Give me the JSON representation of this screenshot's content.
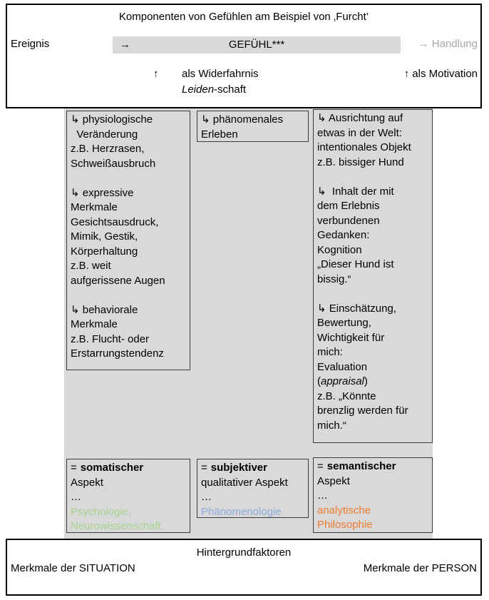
{
  "colors": {
    "background_gray": "#d9d9d9",
    "muted_gray_text": "#a6a6a6",
    "psychology_green": "#a9d18e",
    "phenomenology_blue": "#8faadc",
    "philosophy_orange": "#ed7d31"
  },
  "header": {
    "title": "Komponenten von Gefühlen am Beispiel von ‚Furcht’",
    "event_label": "Ereignis",
    "feeling_arrow": "→",
    "feeling_label": "GEFÜHL***",
    "action_label": "→ Handlung",
    "up_arrow": "↑",
    "widerfahrnis_label": "als Widerfahrnis",
    "motivation_label": "↑ als Motivation",
    "leiden_italic": "Leiden",
    "leiden_rest": "-schaft"
  },
  "columns": {
    "somatic_text": "↳ physiologische\n  Veränderung\nz.B. Herzrasen,\nSchweißausbruch\n\n↳ expressive\nMerkmale\nGesichtsausdruck,\nMimik, Gestik,\nKörperhaltung\nz.B. weit\naufgerissene Augen\n\n↳ behaviorale\nMerkmale\nz.B. Flucht- oder\nErstarrungstendenz",
    "phenomenal_text": "↳ phänomenales\nErleben",
    "semantic_part1": "↳ Ausrichtung auf\netwas in der Welt:\nintentionales Objekt\nz.B. bissiger Hund\n\n↳  Inhalt der mit\ndem Erlebnis\nverbundenen\nGedanken:\nKognition\n„Dieser Hund ist\nbissig.“\n\n↳ Einschätzung,\nBewertung,\nWichtigkeit für\nmich:\nEvaluation\n(",
    "semantic_italic": "appraisal",
    "semantic_part2": ")\nz.B. „Könnte\nbrenzlig werden für\nmich.“"
  },
  "aspects": [
    {
      "prefix": "=",
      "name": "somatischer",
      "line2": "Aspekt",
      "dots": "…",
      "disciplines": "Psychologie,\nNeurowissenschaft.",
      "color": "#a9d18e",
      "style": "color:#a9d18e"
    },
    {
      "prefix": "=",
      "name": "subjektiver",
      "line2": "qualitativer Aspekt",
      "dots": "…",
      "disciplines": "Phänomenologie",
      "color": "#8faadc",
      "style": "color:#8faadc"
    },
    {
      "prefix": "=",
      "name": "semantischer",
      "line2": "Aspekt",
      "dots": "…",
      "disciplines": "analytische\nPhilosophie",
      "color": "#ed7d31",
      "style": "color:#ed7d31"
    }
  ],
  "footer": {
    "title": "Hintergrundfaktoren",
    "left": "Merkmale der SITUATION",
    "right": "Merkmale der PERSON"
  }
}
